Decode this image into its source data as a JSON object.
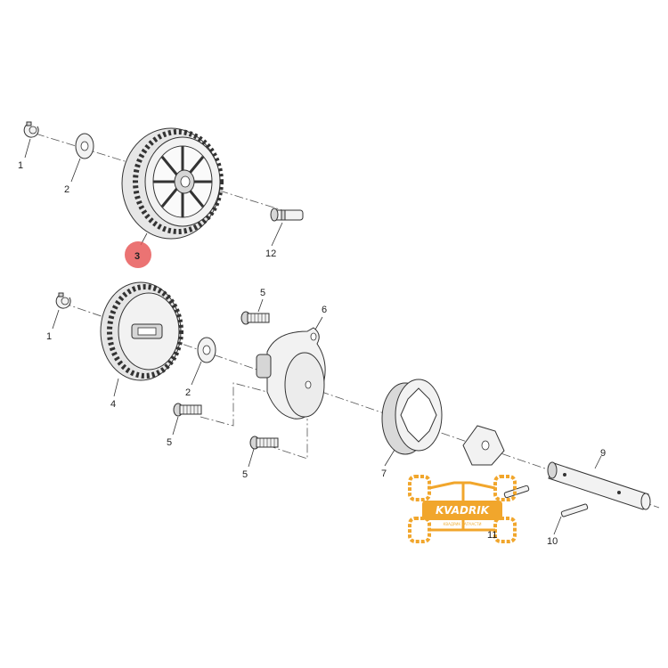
{
  "diagram": {
    "labels": {
      "p1_top": "1",
      "p2_top": "2",
      "p3": "3",
      "p12": "12",
      "p5_a": "5",
      "p6": "6",
      "p1_bottom": "1",
      "p4": "4",
      "p2_bottom": "2",
      "p5_b": "5",
      "p5_c": "5",
      "p7": "7",
      "p9": "9",
      "p11": "11",
      "p10": "10"
    },
    "highlight": {
      "part": "3",
      "color": "#e85a5a"
    }
  },
  "watermark": {
    "name": "KVADRIK",
    "sub": "КВАДРИК ЗАПЧАСТИ",
    "color": "#f1a62c"
  }
}
